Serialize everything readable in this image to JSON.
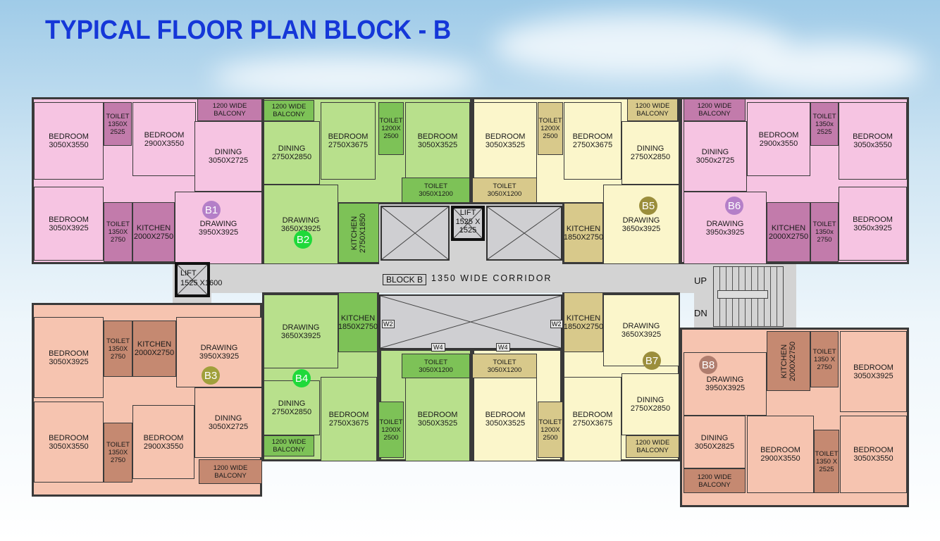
{
  "title": "TYPICAL FLOOR PLAN BLOCK - B",
  "corridor": {
    "block_label": "BLOCK B",
    "label": "1350 WIDE CORRIDOR"
  },
  "lifts": {
    "left": {
      "name": "LIFT",
      "size": "1525 X1600"
    },
    "center": {
      "name": "LIFT",
      "size": "1525 X 1525"
    }
  },
  "stairs": {
    "up": "UP",
    "down": "DN"
  },
  "shafts": {
    "w2": "W2",
    "w4": "W4"
  },
  "colors": {
    "corridor": "#d3d3d3",
    "title": "#1537d8"
  },
  "units": [
    {
      "id": "B1",
      "badge_color": "#b47fc8",
      "light": "#f6c4e2",
      "dark": "#c27bab",
      "rooms": [
        {
          "name": "BEDROOM",
          "size": "3050X3550"
        },
        {
          "name": "TOILET",
          "size": "1350X 2525"
        },
        {
          "name": "BEDROOM",
          "size": "2900X3550"
        },
        {
          "name": "1200 WIDE",
          "size": "BALCONY"
        },
        {
          "name": "DINING",
          "size": "3050X2725"
        },
        {
          "name": "BEDROOM",
          "size": "3050X3925"
        },
        {
          "name": "TOILET",
          "size": "1350X 2750"
        },
        {
          "name": "KITCHEN",
          "size": "2000X2750"
        },
        {
          "name": "DRAWING",
          "size": "3950X3925"
        }
      ]
    },
    {
      "id": "B2",
      "badge_color": "#1fd93a",
      "light": "#b8e08c",
      "dark": "#7dc257",
      "rooms": [
        {
          "name": "1200 WIDE",
          "size": "BALCONY"
        },
        {
          "name": "DINING",
          "size": "2750X2850"
        },
        {
          "name": "BEDROOM",
          "size": "2750X3675"
        },
        {
          "name": "TOILET",
          "size": "1200X 2500"
        },
        {
          "name": "BEDROOM",
          "size": "3050X3525"
        },
        {
          "name": "TOILET",
          "size": "3050X1200"
        },
        {
          "name": "DRAWING",
          "size": "3650X3925"
        },
        {
          "name": "KITCHEN",
          "size": "2750X1850"
        }
      ]
    },
    {
      "id": "B5",
      "badge_color": "#9b8e3c",
      "light": "#fbf6cb",
      "dark": "#d8c98b",
      "rooms": [
        {
          "name": "BEDROOM",
          "size": "3050X3525"
        },
        {
          "name": "TOILET",
          "size": "1200X 2500"
        },
        {
          "name": "BEDROOM",
          "size": "2750X3675"
        },
        {
          "name": "1200 WIDE",
          "size": "BALCONY"
        },
        {
          "name": "DINING",
          "size": "2750X2850"
        },
        {
          "name": "TOILET",
          "size": "3050X1200"
        },
        {
          "name": "KITCHEN",
          "size": "1850X2750"
        },
        {
          "name": "DRAWING",
          "size": "3650x3925"
        }
      ]
    },
    {
      "id": "B6",
      "badge_color": "#b47fc8",
      "light": "#f6c4e2",
      "dark": "#c27bab",
      "rooms": [
        {
          "name": "1200 WIDE",
          "size": "BALCONY"
        },
        {
          "name": "DINING",
          "size": "3050x2725"
        },
        {
          "name": "BEDROOM",
          "size": "2900x3550"
        },
        {
          "name": "TOILET",
          "size": "1350x 2525"
        },
        {
          "name": "BEDROOM",
          "size": "3050x3550"
        },
        {
          "name": "DRAWING",
          "size": "3950x3925"
        },
        {
          "name": "KITCHEN",
          "size": "2000X2750"
        },
        {
          "name": "TOILET",
          "size": "1350x 2750"
        },
        {
          "name": "BEDROOM",
          "size": "3050x3925"
        }
      ]
    },
    {
      "id": "B3",
      "badge_color": "#a0a03b",
      "light": "#f6c4b0",
      "dark": "#c58971",
      "rooms": [
        {
          "name": "BEDROOM",
          "size": "3050X3925"
        },
        {
          "name": "TOILET",
          "size": "1350X 2750"
        },
        {
          "name": "KITCHEN",
          "size": "2000X2750"
        },
        {
          "name": "DRAWING",
          "size": "3950X3925"
        },
        {
          "name": "BEDROOM",
          "size": "3050X3550"
        },
        {
          "name": "TOILET",
          "size": "1350X 2750"
        },
        {
          "name": "BEDROOM",
          "size": "2900X3550"
        },
        {
          "name": "DINING",
          "size": "3050X2725"
        },
        {
          "name": "1200 WIDE",
          "size": "BALCONY"
        }
      ]
    },
    {
      "id": "B4",
      "badge_color": "#1fd93a",
      "light": "#b8e08c",
      "dark": "#7dc257",
      "rooms": [
        {
          "name": "DRAWING",
          "size": "3650X3925"
        },
        {
          "name": "KITCHEN",
          "size": "1850X2750"
        },
        {
          "name": "DINING",
          "size": "2750X2850"
        },
        {
          "name": "1200 WIDE",
          "size": "BALCONY"
        },
        {
          "name": "BEDROOM",
          "size": "2750X3675"
        },
        {
          "name": "TOILET",
          "size": "1200X 2500"
        },
        {
          "name": "BEDROOM",
          "size": "3050X3525"
        },
        {
          "name": "TOILET",
          "size": "3050X1200"
        }
      ]
    },
    {
      "id": "B7",
      "badge_color": "#9b8e3c",
      "light": "#fbf6cb",
      "dark": "#d8c98b",
      "rooms": [
        {
          "name": "KITCHEN",
          "size": "1850X2750"
        },
        {
          "name": "DRAWING",
          "size": "3650X3925"
        },
        {
          "name": "DINING",
          "size": "2750X2850"
        },
        {
          "name": "1200 WIDE",
          "size": "BALCONY"
        },
        {
          "name": "BEDROOM",
          "size": "3050X3525"
        },
        {
          "name": "TOILET",
          "size": "1200X 2500"
        },
        {
          "name": "BEDROOM",
          "size": "2750X3675"
        },
        {
          "name": "TOILET",
          "size": "3050X1200"
        }
      ]
    },
    {
      "id": "B8",
      "badge_color": "#b07d6e",
      "light": "#f6c4b0",
      "dark": "#c58971",
      "rooms": [
        {
          "name": "DRAWING",
          "size": "3950X3925"
        },
        {
          "name": "KITCHEN",
          "size": "2000X2750"
        },
        {
          "name": "TOILET",
          "size": "1350 X 2750"
        },
        {
          "name": "BEDROOM",
          "size": "3050X3925"
        },
        {
          "name": "DINING",
          "size": "3050X2825"
        },
        {
          "name": "1200 WIDE",
          "size": "BALCONY"
        },
        {
          "name": "BEDROOM",
          "size": "2900X3550"
        },
        {
          "name": "TOILET",
          "size": "1350 X 2525"
        },
        {
          "name": "BEDROOM",
          "size": "3050X3550"
        }
      ]
    }
  ]
}
